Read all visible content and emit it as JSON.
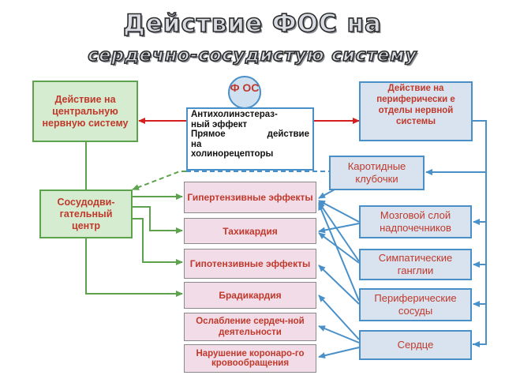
{
  "title": "Действие ФОС на",
  "subtitle": "сердечно-сосудистую систему",
  "fos_label": "Ф ОС",
  "center": {
    "line1": "Антихолинэстераз-",
    "line2": "ный эффект",
    "line3_left": "Прямое",
    "line3_right": "действие",
    "line4": "на",
    "line5": "холинорецепторы"
  },
  "cns": "Действие на центральную нервную систему",
  "peripheral": "Действие на периферически е отделы нервной системы",
  "vasomotor": "Сосудодви-гательный центр",
  "carotid": "Каротидные клубочки",
  "effects": [
    "Гипертензивные эффекты",
    "Тахикардия",
    "Гипотензивные эффекты",
    "Брадикардия",
    "Ослабление сердеч-ной деятельности",
    "Нарушение коронаро-го кровообращения"
  ],
  "targets": [
    "Мозговой слой надпочечников",
    "Симпатические ганглии",
    "Периферические сосуды",
    "Сердце"
  ],
  "colors": {
    "green": "#5da34d",
    "blue": "#4a90c8",
    "red": "#d62020",
    "label_red": "#c0392b"
  }
}
